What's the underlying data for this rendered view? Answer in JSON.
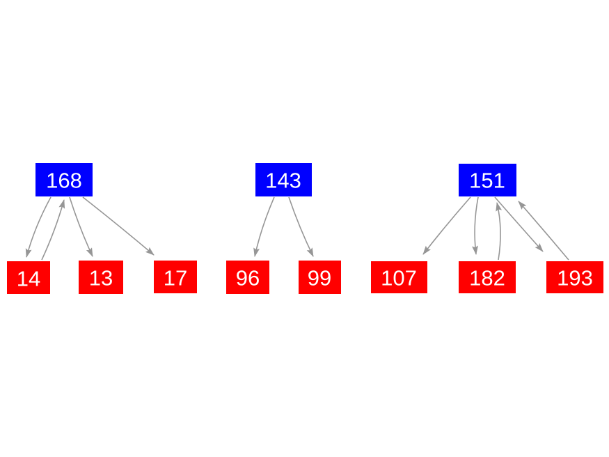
{
  "diagram": {
    "type": "directed-graph",
    "description": "Three disjoint directed trees: blue parent nodes on top, red child nodes below, gray curved arrows between them",
    "colors": {
      "parent_fill": "#0000ff",
      "child_fill": "#ff0000",
      "edge": "#969696",
      "label": "#ffffff",
      "background": "#ffffff"
    },
    "nodes": [
      {
        "id": "168",
        "label": "168",
        "role": "parent"
      },
      {
        "id": "14",
        "label": "14",
        "role": "child"
      },
      {
        "id": "13",
        "label": "13",
        "role": "child"
      },
      {
        "id": "17",
        "label": "17",
        "role": "child"
      },
      {
        "id": "143",
        "label": "143",
        "role": "parent"
      },
      {
        "id": "96",
        "label": "96",
        "role": "child"
      },
      {
        "id": "99",
        "label": "99",
        "role": "child"
      },
      {
        "id": "151",
        "label": "151",
        "role": "parent"
      },
      {
        "id": "107",
        "label": "107",
        "role": "child"
      },
      {
        "id": "182",
        "label": "182",
        "role": "child"
      },
      {
        "id": "193",
        "label": "193",
        "role": "child"
      }
    ],
    "edges": [
      {
        "from": "168",
        "to": "14"
      },
      {
        "from": "14",
        "to": "168"
      },
      {
        "from": "168",
        "to": "13"
      },
      {
        "from": "168",
        "to": "17"
      },
      {
        "from": "143",
        "to": "96"
      },
      {
        "from": "143",
        "to": "99"
      },
      {
        "from": "151",
        "to": "107"
      },
      {
        "from": "151",
        "to": "182"
      },
      {
        "from": "182",
        "to": "151"
      },
      {
        "from": "151",
        "to": "193"
      },
      {
        "from": "193",
        "to": "151"
      }
    ],
    "trees": [
      {
        "root": "168",
        "children": [
          "14",
          "13",
          "17"
        ],
        "bidirectional_with": [
          "14"
        ]
      },
      {
        "root": "143",
        "children": [
          "96",
          "99"
        ],
        "bidirectional_with": []
      },
      {
        "root": "151",
        "children": [
          "107",
          "182",
          "193"
        ],
        "bidirectional_with": [
          "182",
          "193"
        ]
      }
    ]
  }
}
